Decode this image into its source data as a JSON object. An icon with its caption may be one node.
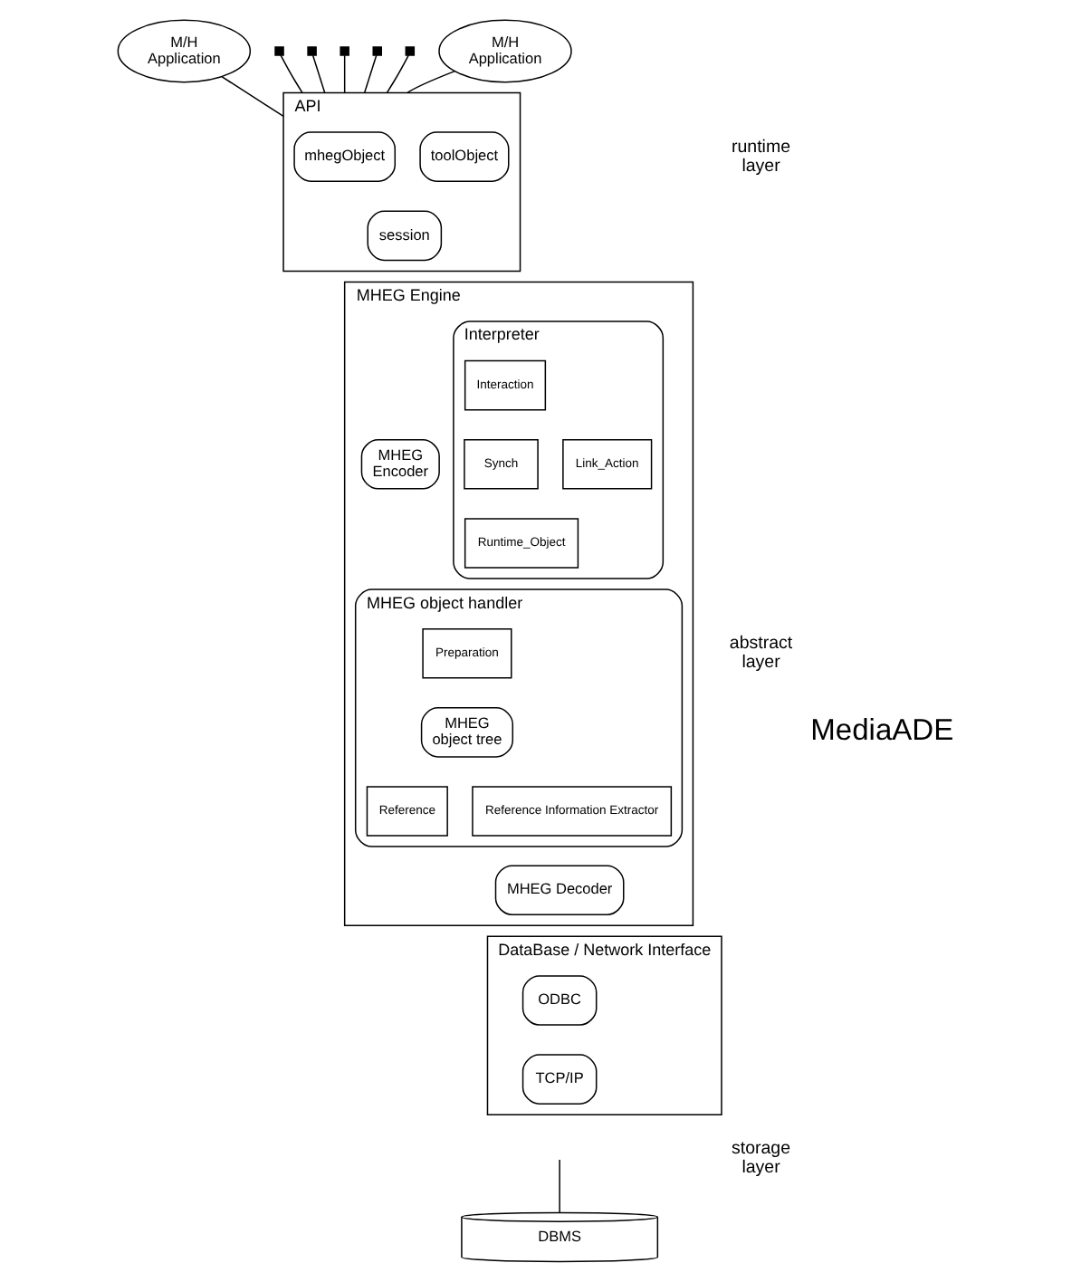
{
  "diagram": {
    "nodes": [
      {
        "text": [
          "M/H Application"
        ]
      },
      {
        "text": [],
        "shape": "point"
      },
      {
        "text": [],
        "shape": "point"
      },
      {
        "text": [],
        "shape": "point"
      },
      {
        "text": [],
        "shape": "point"
      },
      {
        "text": [],
        "shape": "point"
      },
      {
        "text": [
          "M/H Application"
        ]
      },
      {
        "text": [
          "API"
        ]
      },
      {
        "text": [
          "mhegObject"
        ],
        "in": 7
      },
      {
        "text": [
          "toolObject"
        ],
        "in": 7
      },
      {
        "text": [
          "session"
        ],
        "in": 7
      },
      {
        "text": [
          "MHEG Engine"
        ]
      },
      {
        "text": [
          "MHEG Encoder"
        ],
        "in": 11
      },
      {
        "text": [
          "Interpreter"
        ],
        "in": 11
      },
      {
        "text": [
          "Interaction"
        ],
        "in": 13
      },
      {
        "text": [
          "Synch"
        ],
        "in": 13
      },
      {
        "text": [
          "Link_Action"
        ],
        "in": 13
      },
      {
        "text": [
          "Runtime_Object"
        ],
        "in": 13
      },
      {
        "text": [
          "MHEG object handler"
        ],
        "in": 11
      },
      {
        "text": [
          "Preparation"
        ],
        "in": 18
      },
      {
        "text": [
          "MHEG object tree"
        ],
        "in": 18
      },
      {
        "text": [
          "Reference"
        ],
        "in": 18
      },
      {
        "text": [
          "Reference Information Extractor"
        ],
        "in": 18
      },
      {
        "text": [
          "MHEG Decoder"
        ],
        "in": 11
      },
      {
        "text": [
          "DataBase / Network Interface"
        ]
      },
      {
        "text": [
          "ODBC"
        ],
        "in": 24
      },
      {
        "text": [
          "TCP/IP"
        ],
        "in": 24
      },
      {
        "text": [
          "DBMS"
        ]
      }
    ],
    "edges": [
      {
        "from": 0,
        "to": 7,
        "arrow": "none"
      },
      {
        "from": 1,
        "to": 7,
        "arrow": "none"
      },
      {
        "from": 2,
        "to": 7,
        "arrow": "none"
      },
      {
        "from": 3,
        "to": 7,
        "arrow": "none"
      },
      {
        "from": 4,
        "to": 7,
        "arrow": "none"
      },
      {
        "from": 5,
        "to": 7,
        "arrow": "none"
      },
      {
        "from": 6,
        "to": 7,
        "arrow": "none"
      },
      {
        "from": null,
        "to": 27,
        "arrow": "none"
      }
    ],
    "labels": [
      "runtime layer",
      "abstract layer",
      "MediaADE",
      "storage layer"
    ]
  }
}
